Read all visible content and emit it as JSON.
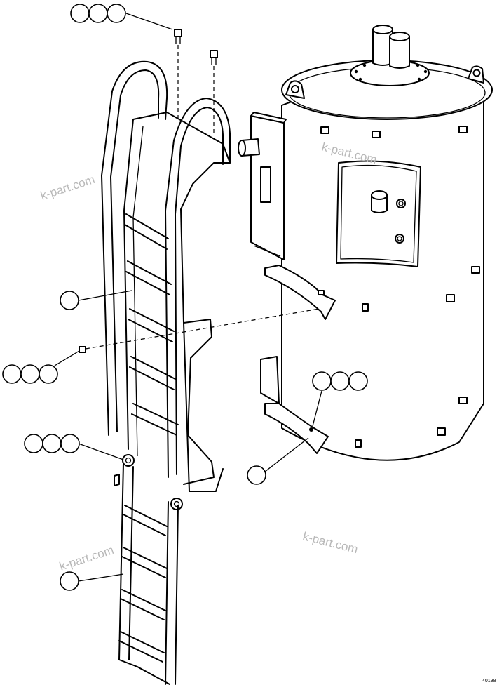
{
  "watermarks": [
    "k-part.com",
    "k-part.com",
    "k-part.com",
    "k-part.com"
  ],
  "drawing_code": "40198",
  "callouts": [
    {
      "id": "fastener-top",
      "bubbles": 3
    },
    {
      "id": "fastener-mid",
      "bubbles": 3
    },
    {
      "id": "pivot-pin",
      "bubbles": 3
    },
    {
      "id": "bracket-bolt",
      "bubbles": 3
    },
    {
      "id": "upper-ladder",
      "bubbles": 1
    },
    {
      "id": "lower-ladder",
      "bubbles": 1
    },
    {
      "id": "tank-bracket",
      "bubbles": 1
    }
  ]
}
